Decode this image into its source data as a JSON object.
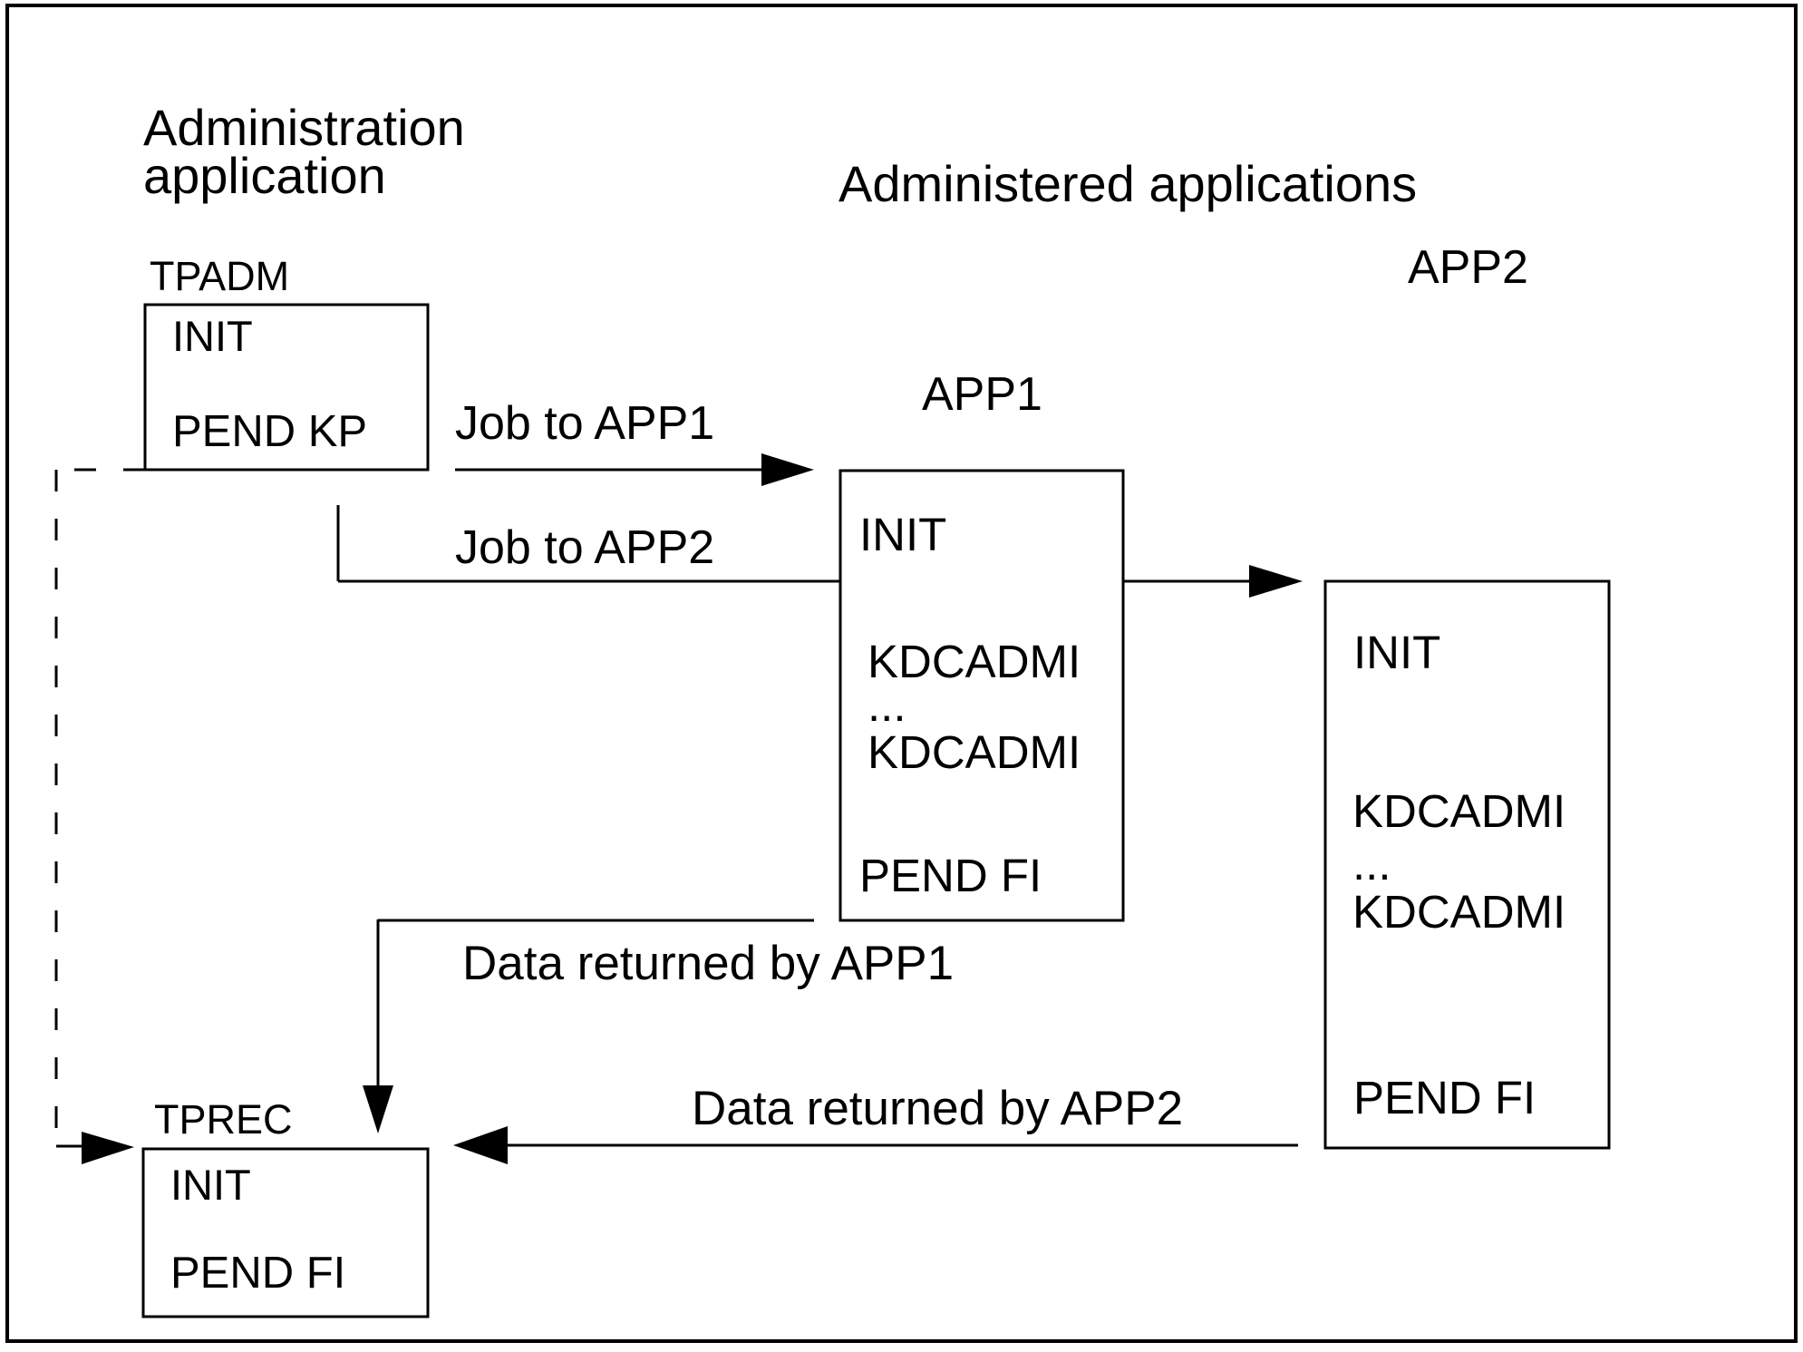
{
  "diagram": {
    "headers": {
      "admin_app_lines": [
        "Administration",
        "application"
      ],
      "administered_apps": "Administered applications"
    },
    "admin_box": {
      "label": "TPADM",
      "lines": [
        "INIT",
        "PEND KP"
      ]
    },
    "receiver_box": {
      "label": "TPREC",
      "lines": [
        "INIT",
        "PEND FI"
      ]
    },
    "app1": {
      "title": "APP1",
      "lines": [
        "INIT",
        "KDCADMI",
        "...",
        "KDCADMI",
        "PEND FI"
      ]
    },
    "app2": {
      "title": "APP2",
      "lines": [
        "INIT",
        "KDCADMI",
        "...",
        "KDCADMI",
        "PEND FI"
      ]
    },
    "arrows": {
      "job_to_app1": "Job to APP1",
      "job_to_app2": "Job to APP2",
      "data_from_app1": "Data returned by APP1",
      "data_from_app2": "Data returned by APP2"
    },
    "colors": {
      "ink": "#000000",
      "background": "#ffffff"
    }
  }
}
